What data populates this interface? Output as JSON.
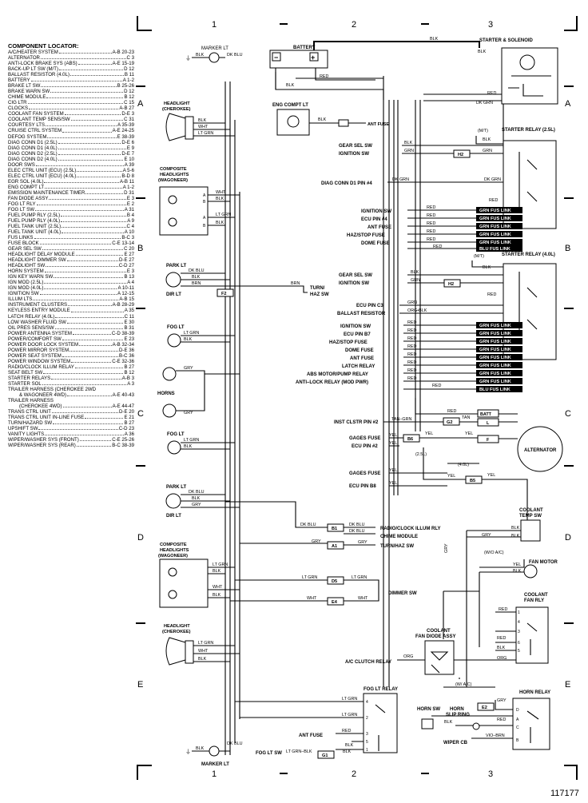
{
  "figure_number": "117177",
  "grid": {
    "columns": [
      "1",
      "2",
      "3"
    ],
    "rows": [
      "A",
      "B",
      "C",
      "D",
      "E"
    ]
  },
  "component_locator": {
    "title": "COMPONENT LOCATOR:",
    "entries": [
      {
        "name": "A/C/HEATER SYSTEM",
        "loc": "A-B 20-23"
      },
      {
        "name": "ALTERNATOR",
        "loc": "C 3"
      },
      {
        "name": "ANTI-LOCK BRAKE SYS (ABS)",
        "loc": "A-E 15-19"
      },
      {
        "name": "BACK-UP LT SW (M/T)",
        "loc": "D 12"
      },
      {
        "name": "BALLAST RESISTOR (4.0L)",
        "loc": "B 11"
      },
      {
        "name": "BATTERY",
        "loc": "A 1-2"
      },
      {
        "name": "BRAKE LT SW",
        "loc": "B 25-26"
      },
      {
        "name": "BRAKE WARN SW",
        "loc": "D 12"
      },
      {
        "name": "CHIME MODULE",
        "loc": "B 12"
      },
      {
        "name": "CIG LTR",
        "loc": "C 15"
      },
      {
        "name": "CLOCKS",
        "loc": "A-B 27"
      },
      {
        "name": "COOLANT FAN SYSTEM",
        "loc": "D-E 3"
      },
      {
        "name": "COOLANT TEMP SENS/SW",
        "loc": "C 31"
      },
      {
        "name": "COURTESY LTS",
        "loc": "A 35-39"
      },
      {
        "name": "CRUISE CTRL SYSTEM",
        "loc": "A-E 24-25"
      },
      {
        "name": "DEFOG SYSTEM",
        "loc": "E 38-39"
      },
      {
        "name": "DIAG CONN D1 (2.5L)",
        "loc": "D-E 6"
      },
      {
        "name": "DIAG CONN D1 (4.0L)",
        "loc": "E 9"
      },
      {
        "name": "DIAG CONN D2 (2.5L)",
        "loc": "D-E 7"
      },
      {
        "name": "DIAG CONN D2 (4.0L)",
        "loc": "E 10"
      },
      {
        "name": "DOOR SWS",
        "loc": "A 39"
      },
      {
        "name": "ELEC CTRL UNIT (ECU) (2.5L)",
        "loc": "A 5-6"
      },
      {
        "name": "ELEC CTRL UNIT (ECU) (4.0L)",
        "loc": "B-D 8"
      },
      {
        "name": "EGR SOL (4.0L)",
        "loc": "A-B 11"
      },
      {
        "name": "ENG COMPT LT",
        "loc": "A 1-2"
      },
      {
        "name": "EMISSION MAINTENANCE TIMER",
        "loc": "D 31"
      },
      {
        "name": "FAN DIODE ASSY",
        "loc": "E 3"
      },
      {
        "name": "FOG LT RLY",
        "loc": "E 2"
      },
      {
        "name": "FOG LT SW",
        "loc": "A 31"
      },
      {
        "name": "FUEL PUMP RLY (2.5L)",
        "loc": "B 4"
      },
      {
        "name": "FUEL PUMP RLY (4.0L)",
        "loc": "A 9"
      },
      {
        "name": "FUEL TANK UNIT (2.5L)",
        "loc": "C 4"
      },
      {
        "name": "FUEL TANK UNIT (4.0L)",
        "loc": "A 10"
      },
      {
        "name": "FUS LINKS",
        "loc": "B-C 3"
      },
      {
        "name": "FUSE BLOCK",
        "loc": "C-E 13-14"
      },
      {
        "name": "GEAR SEL SW",
        "loc": "C 20"
      },
      {
        "name": "HEADLIGHT DELAY MODULE",
        "loc": "E 27"
      },
      {
        "name": "HEADLIGHT DIMMER SW",
        "loc": "D-E 27"
      },
      {
        "name": "HEADLIGHT SW",
        "loc": "C-D 27"
      },
      {
        "name": "HORN SYSTEM",
        "loc": "E 3"
      },
      {
        "name": "IGN KEY WARN SW",
        "loc": "B 13"
      },
      {
        "name": "IGN MOD (2.5L)",
        "loc": "A 4"
      },
      {
        "name": "IGN MOD (4.0L)",
        "loc": "A 10-11"
      },
      {
        "name": "IGNITION SW",
        "loc": "A 12-15"
      },
      {
        "name": "ILLUM LTS",
        "loc": "A-B 15"
      },
      {
        "name": "INSTRUMENT CLUSTERS",
        "loc": "A-B 28-29"
      },
      {
        "name": "KEYLESS ENTRY MODULE",
        "loc": "A 35"
      },
      {
        "name": "LATCH RELAY (4.0L)",
        "loc": "C 11"
      },
      {
        "name": "LOW WASHER FLUID SW",
        "loc": "E 30"
      },
      {
        "name": "OIL PRES SENS/SW",
        "loc": "B 31"
      },
      {
        "name": "POWER ANTENNA SYSTEM",
        "loc": "C-D 38-39"
      },
      {
        "name": "POWER/COMFORT SW",
        "loc": "E 23"
      },
      {
        "name": "POWER DOOR LOCK SYSTEM",
        "loc": "A-B 32-34"
      },
      {
        "name": "POWER MIRROR SYSTEM",
        "loc": "D-E 36"
      },
      {
        "name": "POWER SEAT SYSTEM",
        "loc": "B-C 36"
      },
      {
        "name": "POWER WINDOW SYSTEM",
        "loc": "C-E 32-36"
      },
      {
        "name": "RADIO/CLOCK ILLUM RELAY",
        "loc": "B 27"
      },
      {
        "name": "SEAT BELT SW",
        "loc": "B 12"
      },
      {
        "name": "STARTER RELAYS",
        "loc": "A-B 3"
      },
      {
        "name": "STARTER SOL",
        "loc": "A 3"
      },
      {
        "name": "TRAILER HARNESS (CHEROKEE 2WD",
        "loc": ""
      },
      {
        "name": "& WAGONEER 4WD)",
        "loc": "A-E 40-43",
        "indent": true
      },
      {
        "name": "TRAILER HARNESS",
        "loc": ""
      },
      {
        "name": "(CHEROKEE 4WD)",
        "loc": "A-E 44-47",
        "indent": true
      },
      {
        "name": "TRANS CTRL UNIT",
        "loc": "D-E 20"
      },
      {
        "name": "TRANS CTRL UNIT IN-LINE FUSE",
        "loc": "E 21"
      },
      {
        "name": "TURN/HAZARD SW",
        "loc": "B 27"
      },
      {
        "name": "UPSHIFT SW",
        "loc": "C-D 23"
      },
      {
        "name": "VANITY LIGHTS",
        "loc": "A 36"
      },
      {
        "name": "WIPER/WASHER SYS (FRONT)",
        "loc": "C-E 25-26"
      },
      {
        "name": "WIPER/WASHER SYS (REAR)",
        "loc": "B-C 38-39"
      }
    ]
  },
  "components": {
    "marker_lt_top": "MARKER LT",
    "marker_lt_bottom": "MARKER LT",
    "battery": "BATTERY",
    "battery_neg": "−",
    "battery_pos": "+",
    "starter_solenoid": "STARTER & SOLENOID",
    "eng_compt_lt": "ENG COMPT LT",
    "headlight_cherokee": "HEADLIGHT (CHEROKEE)",
    "composite_headlights": "COMPOSITE HEADLIGHTS (WAGONEER)",
    "starter_relay_25": "STARTER RELAY (2.5L)",
    "starter_relay_40": "STARTER RELAY (4.0L)",
    "park_lt": "PARK LT",
    "dir_lt": "DIR LT",
    "fog_lt": "FOG LT",
    "horns": "HORNS",
    "alternator": "ALTERNATOR",
    "coolant_temp_sw": "COOLANT TEMP SW",
    "fan_motor": "FAN MOTOR",
    "coolant_fan_rly": "COOLANT FAN RLY",
    "coolant_fan_diode_assy": "COOLANT FAN DIODE ASSY",
    "fog_lt_relay": "FOG LT RELAY",
    "horn_relay": "HORN RELAY",
    "horn_sw": "HORN SW",
    "horn_slip_ring": "HORN SLIP RING",
    "dimmer_sw": "DIMMER SW",
    "turn_haz_sw": "TURN/ HAZ SW"
  },
  "destinations": {
    "ant_fuse_top": "ANT FUSE",
    "gear_sel_sw": "GEAR SEL SW",
    "ignition_sw": "IGNITION SW",
    "diag_conn": "DIAG CONN D1 PIN #4",
    "ecu_pin4": "ECU PIN #4",
    "ant_fuse": "ANT FUSE",
    "haz_stop_fuse": "HAZ/STOP FUSE",
    "dome_fuse": "DOME FUSE",
    "ecu_pin_c3": "ECU PIN C3",
    "ballast_resistor": "BALLAST RESISTOR",
    "ecu_pin_b7": "ECU PIN B7",
    "latch_relay": "LATCH RELAY",
    "abs_motor_pump_relay": "ABS MOTOR/PUMP RELAY",
    "anti_lock_relay": "ANTI–LOCK RELAY (MOD PWR)",
    "inst_clstr_pin2": "INST CLSTR PIN #2",
    "gages_fuse": "GAGES FUSE",
    "ecu_pin2": "ECU PIN #2",
    "ecu_pin_b8": "ECU PIN B8",
    "radio_clock_illum_rly": "RADIO/CLOCK ILLUM RLY",
    "chime_module": "CHIME MODULE",
    "turn_haz_sw": "TURN/HAZ SW",
    "ac_clutch_relay": "A/C CLUTCH RELAY",
    "fog_lt_sw": "FOG LT SW",
    "wiper_cb": "WIPER CB"
  },
  "wire_colors": {
    "blk": "BLK",
    "dk_blu": "DK BLU",
    "red": "RED",
    "wht": "WHT",
    "lt_grn": "LT GRN",
    "grn": "GRN",
    "dk_grn": "DK GRN",
    "brn": "BRN",
    "gry": "GRY",
    "yel": "YEL",
    "tan": "TAN",
    "tan_grn": "TAN–GRN",
    "org": "ORG",
    "org_blk": "ORG•BLK",
    "lt_grn_blk": "LT GRN–BLK",
    "vio_brn": "VIO–BRN",
    "grn_fus_link": "GRN FUS LINK",
    "blu_fus_link": "BLU FUS LINK"
  },
  "connectors": {
    "h2": "H2",
    "f2": "F2",
    "g2": "G2",
    "b6": "B6",
    "b5": "B5",
    "b1": "B1",
    "a1": "A1",
    "d5": "D5",
    "e4": "E4",
    "g1": "G1",
    "e2": "E2"
  },
  "notes": {
    "mt": "(M/T)",
    "wo_ac": "(W/O A/C)",
    "w_ac": "(W/ A/C)",
    "l25": "(2.5L)",
    "l40": "(4.0L)"
  },
  "terminals": {
    "batt": "BATT",
    "l": "L",
    "f": "F",
    "a": "A",
    "b": "B",
    "c": "C",
    "d": "D",
    "n1": "1",
    "n2": "2",
    "n3": "3",
    "n4": "4",
    "n5": "5",
    "n6": "6"
  }
}
